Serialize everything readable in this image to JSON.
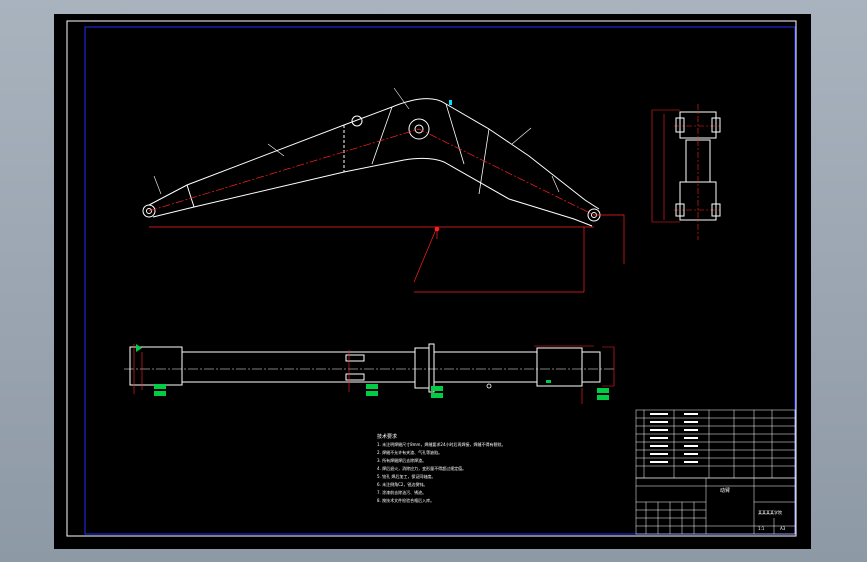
{
  "colors": {
    "background": "#a9b3be",
    "sheet": "#000000",
    "outer_frame": "#ffffff",
    "inner_frame": "#2030ff",
    "geometry": "#ffffff",
    "dimension": "#ff2020",
    "annotation": "#00cc44",
    "marker": "#00e5ff"
  },
  "icons": [
    "datum-marker-icon",
    "section-marker-icon",
    "cyan-marker-icon"
  ],
  "title_block": {
    "drawing_name": "动臂",
    "organization": "某某某某学院",
    "scale": "1:1",
    "sheet_size": "A3"
  },
  "tech_requirements": {
    "heading": "技术要求",
    "lines": [
      "1. 未注明焊缝尺寸8mm，焊缝要求24小时后再焊接，焊缝不得有裂纹。",
      "2. 焊缝不允许有夹渣、气孔等缺陷。",
      "3. 所有焊缝焊后去除焊渣。",
      "4. 焊后退火，消除应力，变形量不得超过规定值。",
      "5. 铰孔  焊后加工，保证同轴度。",
      "6. 未注倒角C2，锐边倒钝。",
      "7. 涂漆前去除油污、锈迹。",
      "8. 按技术文件检验合格后入库。"
    ]
  }
}
